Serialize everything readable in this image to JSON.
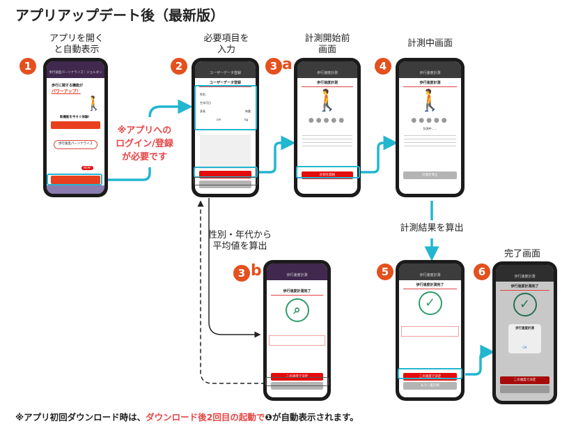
{
  "title": "アプリアップデート後（最新版）",
  "colors": {
    "accent": "#e4501e",
    "arrow": "#22b6cf",
    "highlight_red": "#e64545",
    "button_red": "#e30d0d"
  },
  "steps": {
    "s1": {
      "badge": "1",
      "label": "アプリを開く\nと自動表示",
      "header": "歩行速度パーソナライズ｜ジョルダン",
      "headline": "歩行に関する機能が",
      "headline2": "パワーアップ！",
      "try": "新機能を今すぐ体験！",
      "feature": "歩行速度パーソナライズ",
      "new": "NEW!"
    },
    "s2": {
      "badge": "2",
      "label": "必要項目を\n入力",
      "header": "ユーザーデータ登録",
      "sub": "ユーザーデータ登録",
      "fields": [
        "性別",
        "生年月日",
        "身長",
        "体重"
      ],
      "units": [
        "cm",
        "kg"
      ]
    },
    "s3a": {
      "badge": "3",
      "suffix": "a",
      "label": "計測開始前\n画面",
      "header": "歩行速度計測",
      "sub": "歩行速度計測",
      "button": "計測を開始"
    },
    "s4": {
      "badge": "4",
      "label": "計測中画面",
      "header": "歩行速度計測",
      "sub": "歩行速度計測",
      "status": "計測中......",
      "button": "計測を停止"
    },
    "s3b": {
      "badge": "3",
      "suffix": "b",
      "header": "歩行速度計測",
      "sub": "歩行速度計測完了",
      "button": "この速度で決定"
    },
    "s5": {
      "badge": "5",
      "header": "歩行速度計測",
      "sub": "歩行速度計測完了",
      "button": "この速度で決定",
      "button2": "もう一度計測"
    },
    "s6": {
      "badge": "6",
      "label": "完了画面",
      "header": "歩行速度計測",
      "sub": "歩行速度計測完了",
      "dialog_title": "歩行速度計測",
      "ok": "OK",
      "button": "この速度で決定"
    }
  },
  "notes": {
    "login": "※アプリへの\nログイン/登録\nが必要です",
    "average": "性別・年代から\n平均値を算出",
    "result": "計測結果を算出"
  },
  "footer": {
    "part1": "※アプリ初回ダウンロード時は、",
    "part2": "ダウンロード後2回目の起動で",
    "part3": "❶が自動表示されます。"
  }
}
